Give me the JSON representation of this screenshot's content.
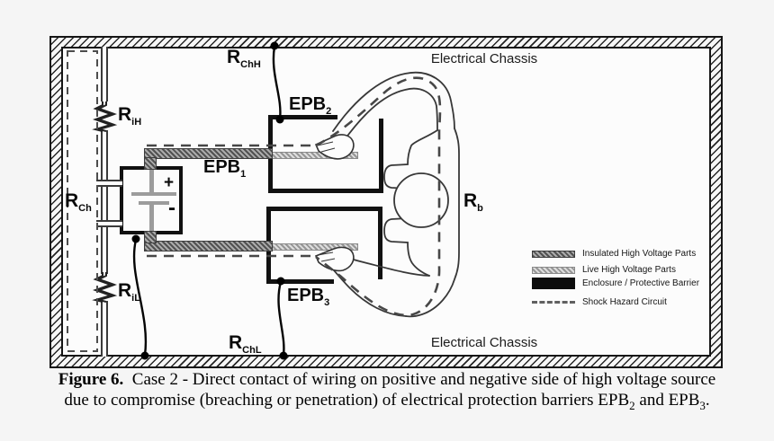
{
  "diagram": {
    "chassis_top_label": "Electrical Chassis",
    "chassis_bottom_label": "Electrical Chassis",
    "labels": {
      "r_chh": {
        "base": "R",
        "sub": "ChH"
      },
      "r_ih": {
        "base": "R",
        "sub": "iH"
      },
      "r_ch": {
        "base": "R",
        "sub": "Ch"
      },
      "r_il": {
        "base": "R",
        "sub": "iL"
      },
      "r_chl": {
        "base": "R",
        "sub": "ChL"
      },
      "r_b": {
        "base": "R",
        "sub": "b"
      },
      "epb1": {
        "base": "EPB",
        "sub": "1"
      },
      "epb2": {
        "base": "EPB",
        "sub": "2"
      },
      "epb3": {
        "base": "EPB",
        "sub": "3"
      }
    },
    "battery": {
      "positive": "+",
      "negative": "-"
    },
    "legend": {
      "items": [
        {
          "key": "insulated",
          "label": "Insulated High Voltage Parts"
        },
        {
          "key": "live",
          "label": "Live High Voltage Parts"
        },
        {
          "key": "enclosure",
          "label": "Enclosure / Protective Barrier"
        },
        {
          "key": "shock",
          "label": "Shock Hazard Circuit"
        }
      ]
    },
    "colors": {
      "insulated": "#8f8f8f",
      "live": "#b7b7b7",
      "enclosure": "#111111",
      "shock_dash": "#4a4a4a"
    }
  },
  "caption": {
    "figure_label": "Figure 6.",
    "line1": "Case 2 - Direct contact of wiring on positive and negative side of high voltage source",
    "line2_pre": "due to compromise (breaching or penetration) of electrical protection barriers EPB",
    "line2_sub1": "2",
    "line2_mid": " and EPB",
    "line2_sub2": "3",
    "line2_end": "."
  }
}
